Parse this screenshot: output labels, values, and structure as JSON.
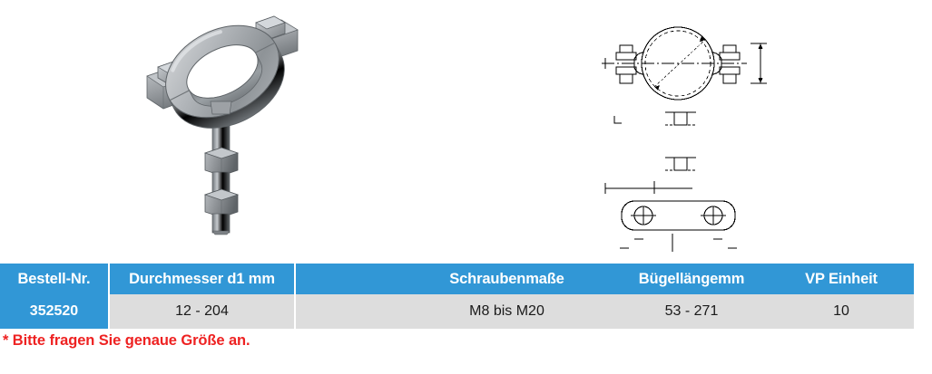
{
  "page": {
    "background": "#ffffff",
    "accent_blue": "#3197d6",
    "row_grey": "#dddddd",
    "footnote_red": "#ee2222"
  },
  "figures": {
    "photo": {
      "name": "pipe-clamp-3d-render",
      "alt": "3D render of a galvanised steel pipe clamp with two hex bolts and a threaded stud with two nuts"
    },
    "drawing": {
      "name": "pipe-clamp-technical-drawing",
      "alt": "Technical line drawing of the pipe clamp: top view with circular ring and bolt pads, side profile views and flat bar with two holes"
    }
  },
  "table": {
    "columns": [
      {
        "key": "order_no",
        "label": "Bestell-Nr."
      },
      {
        "key": "diameter",
        "label": "Durchmesser d1 mm"
      },
      {
        "key": "spacer",
        "label": ""
      },
      {
        "key": "screw",
        "label": "Schraubenmaße"
      },
      {
        "key": "bracket",
        "label": "Bügellängemm"
      },
      {
        "key": "vp",
        "label": "VP Einheit"
      }
    ],
    "rows": [
      {
        "order_no": "352520",
        "diameter": "12 - 204",
        "spacer": "",
        "screw": "M8 bis M20",
        "bracket": "53 - 271",
        "vp": "10"
      }
    ]
  },
  "footnote": {
    "text": "* Bitte fragen Sie genaue Größe an."
  }
}
